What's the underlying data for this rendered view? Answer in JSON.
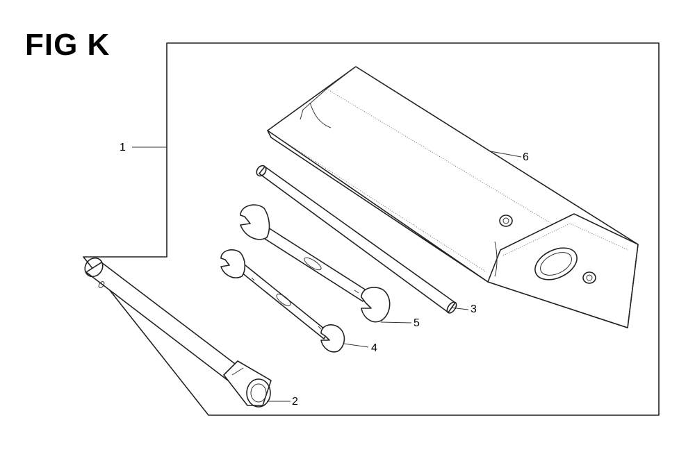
{
  "figure": {
    "title": "FIG K"
  },
  "callouts": [
    {
      "id": "1",
      "label": "1"
    },
    {
      "id": "2",
      "label": "2"
    },
    {
      "id": "3",
      "label": "3"
    },
    {
      "id": "4",
      "label": "4"
    },
    {
      "id": "5",
      "label": "5"
    },
    {
      "id": "6",
      "label": "6"
    }
  ],
  "parts": {
    "tool_kit_assembly": "tool-kit-icon",
    "plug_wrench": "spark-plug-wrench-icon",
    "handle_bar": "bar-handle-icon",
    "small_wrench": "open-end-wrench-small-icon",
    "large_wrench": "open-end-wrench-large-icon",
    "tool_bag": "tool-bag-icon"
  }
}
